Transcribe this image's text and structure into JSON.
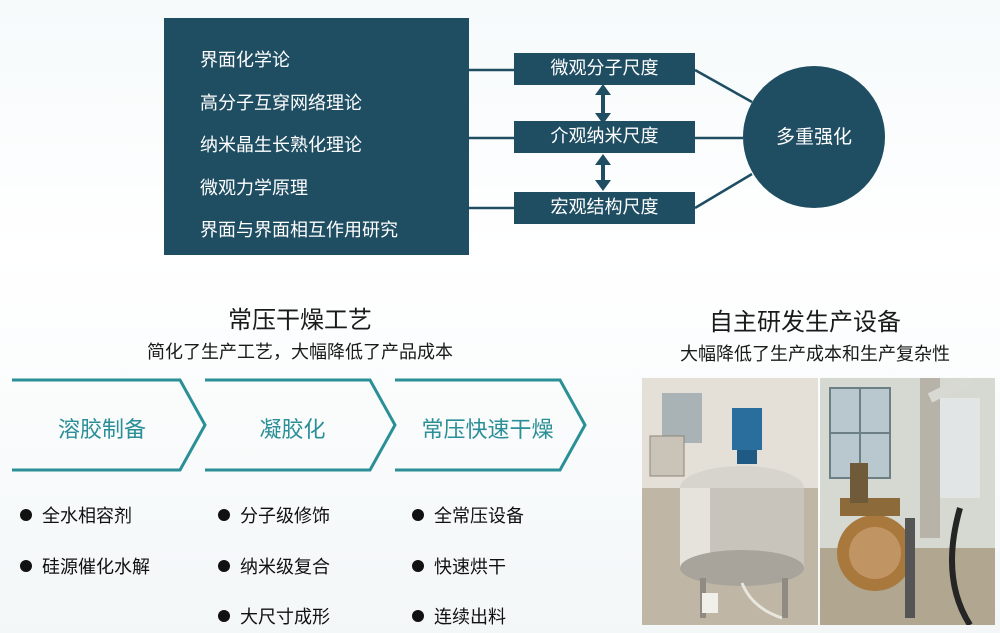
{
  "theory": {
    "items": [
      "界面化学论",
      "高分子互穿网络理论",
      "纳米晶生长熟化理论",
      "微观力学原理",
      "界面与界面相互作用研究"
    ]
  },
  "scales": {
    "micro": "微观分子尺度",
    "meso": "介观纳米尺度",
    "macro": "宏观结构尺度"
  },
  "result": "多重强化",
  "process": {
    "title": "常压干燥工艺",
    "subtitle": "简化了生产工艺，大幅降低了产品成本",
    "steps": [
      {
        "label": "溶胶制备",
        "bullets": [
          "全水相容剂",
          "硅源催化水解"
        ]
      },
      {
        "label": "凝胶化",
        "bullets": [
          "分子级修饰",
          "纳米级复合",
          "大尺寸成形"
        ]
      },
      {
        "label": "常压快速干燥",
        "bullets": [
          "全常压设备",
          "快速烘干",
          "连续出料"
        ]
      }
    ]
  },
  "equipment": {
    "title": "自主研发生产设备",
    "subtitle": "大幅降低了生产成本和生产复杂性"
  },
  "colors": {
    "primary": "#1f4e63",
    "accent": "#2a8f96"
  }
}
